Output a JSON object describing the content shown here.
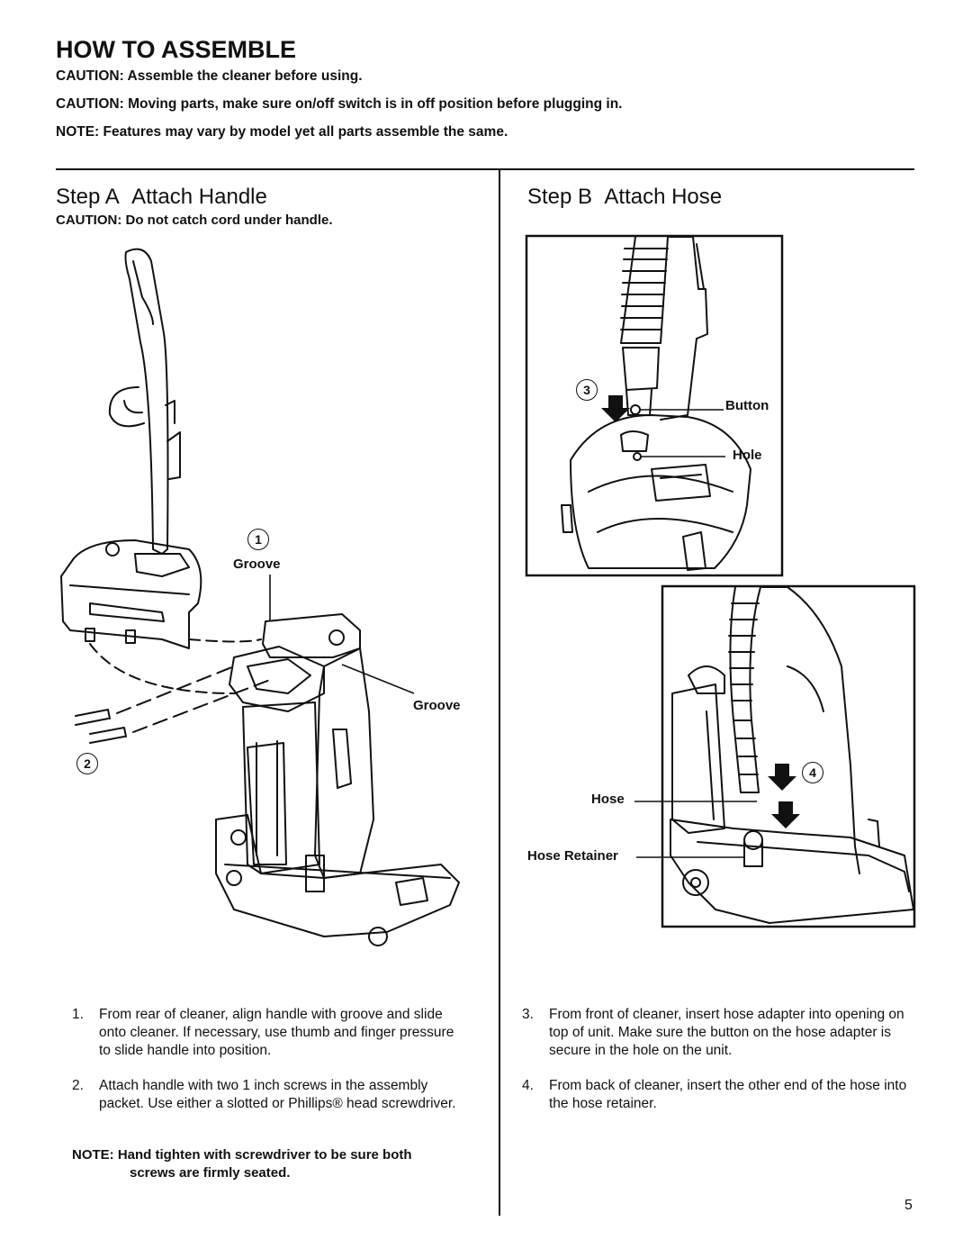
{
  "header": {
    "title": "HOW TO ASSEMBLE",
    "caution_1": "CAUTION: Assemble the cleaner before using.",
    "caution_2": "CAUTION: Moving parts, make sure on/off switch is in off position before plugging in.",
    "note": "NOTE: Features may vary by model yet all parts assemble the same."
  },
  "step_a": {
    "title_prefix": "Step A",
    "title": "Attach Handle",
    "caution": "CAUTION: Do not catch cord under handle.",
    "callouts": [
      "1",
      "2"
    ],
    "labels": {
      "groove_1": "Groove",
      "groove_2": "Groove"
    },
    "instructions": [
      {
        "num": "1.",
        "text": "From rear of cleaner, align handle with groove and slide onto cleaner. If necessary, use thumb and finger pressure to slide handle into position."
      },
      {
        "num": "2.",
        "text": "Attach handle with two 1 inch screws in the assembly packet. Use either a slotted or Phillips® head screwdriver."
      }
    ],
    "note": "NOTE: Hand tighten with screwdriver to be sure both screws are firmly seated."
  },
  "step_b": {
    "title_prefix": "Step B",
    "title": "Attach Hose",
    "callouts": [
      "3",
      "4"
    ],
    "labels": {
      "button": "Button",
      "hole": "Hole",
      "hose": "Hose",
      "hose_retainer": "Hose Retainer"
    },
    "instructions": [
      {
        "num": "3.",
        "text": "From front of cleaner, insert hose adapter into opening on top of unit. Make sure the button on the hose adapter is secure in the hole on the unit."
      },
      {
        "num": "4.",
        "text": "From back of cleaner, insert the other end of the hose into the hose retainer."
      }
    ]
  },
  "page_number": "5"
}
